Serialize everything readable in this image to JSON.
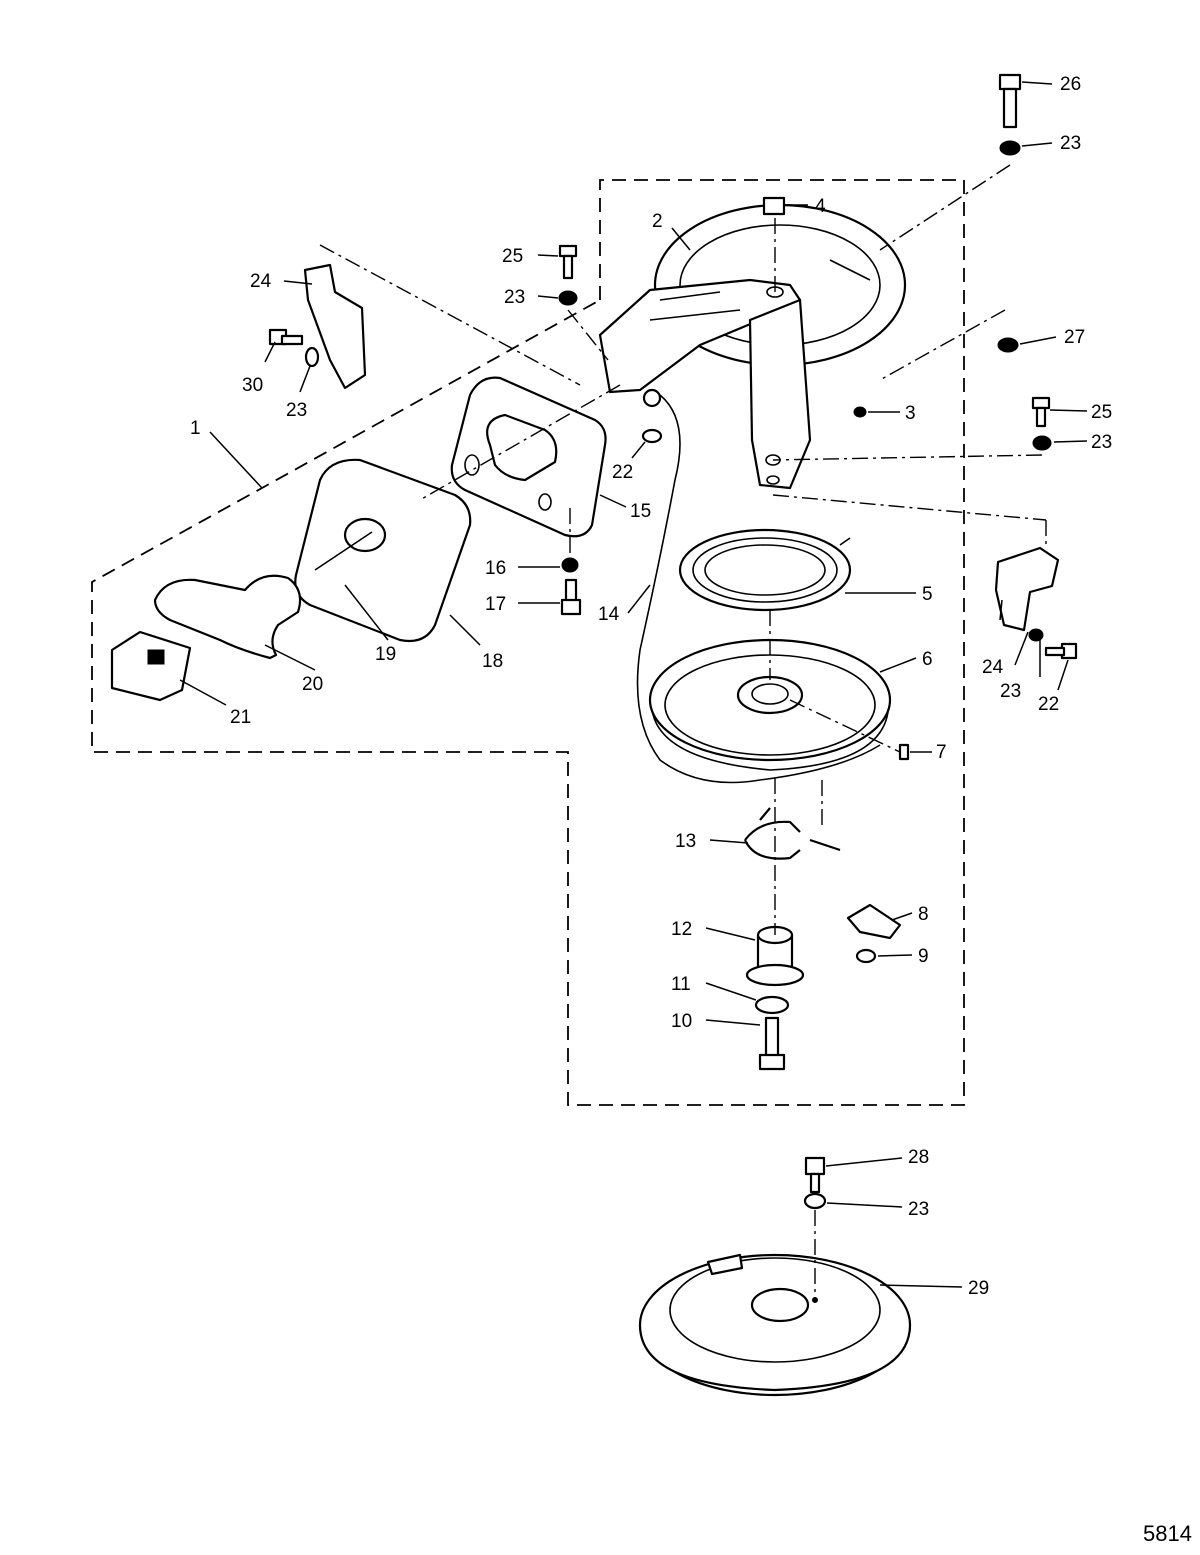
{
  "diagram": {
    "figure_number": "5814",
    "callouts": [
      "1",
      "2",
      "3",
      "4",
      "5",
      "6",
      "7",
      "8",
      "9",
      "10",
      "11",
      "12",
      "13",
      "14",
      "15",
      "16",
      "17",
      "18",
      "19",
      "20",
      "21",
      "22",
      "23",
      "24",
      "25",
      "26",
      "27",
      "28",
      "29",
      "30"
    ]
  }
}
